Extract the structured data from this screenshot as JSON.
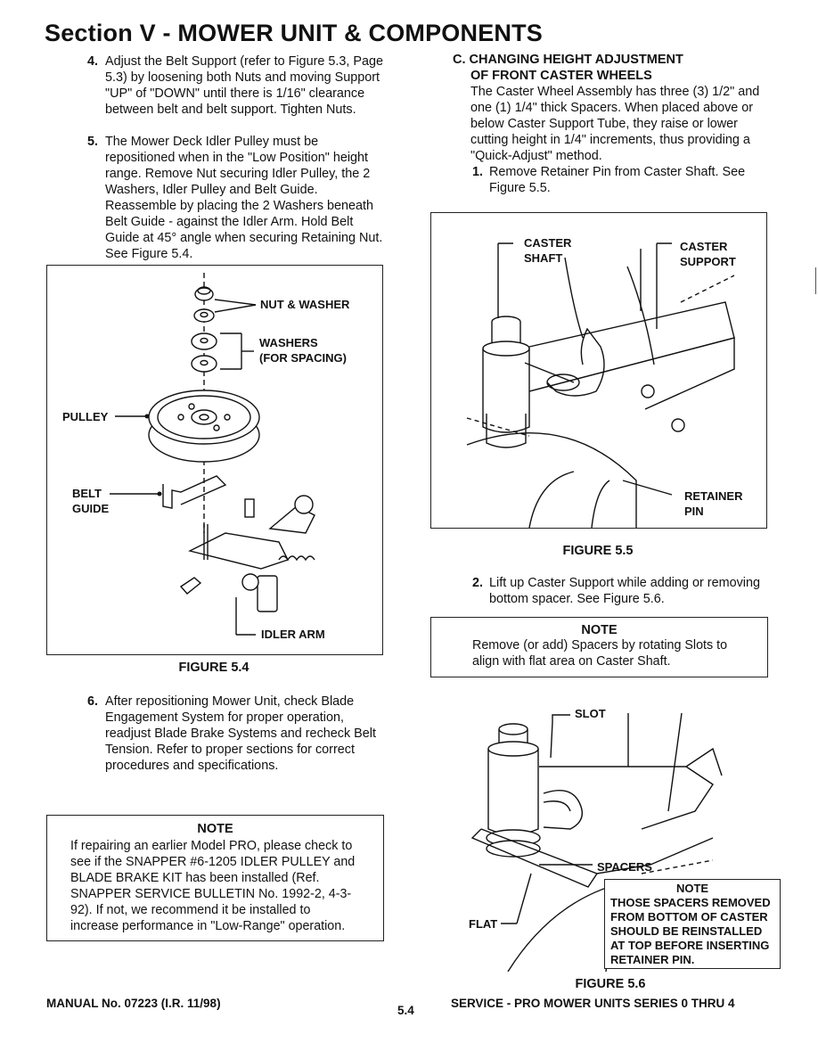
{
  "header": {
    "title": "Section V - MOWER UNIT & COMPONENTS"
  },
  "left": {
    "step4": {
      "num": "4.",
      "text": "Adjust the Belt Support (refer to Figure 5.3, Page 5.3) by loosening both Nuts and moving Support \"UP\" of \"DOWN\" until there is 1/16\" clearance between belt and belt support. Tighten Nuts."
    },
    "step5": {
      "num": "5.",
      "text": "The Mower Deck Idler Pulley must be repositioned when in the \"Low Position\" height range. Remove Nut securing Idler Pulley, the 2 Washers, Idler Pulley and Belt Guide. Reassemble by placing the 2 Washers beneath Belt Guide - against the Idler Arm. Hold Belt Guide at 45° angle when securing Retaining Nut. See Figure 5.4."
    },
    "figure54": {
      "labels": {
        "nut_washer": "NUT & WASHER",
        "washers_1": "WASHERS",
        "washers_2": "(FOR SPACING)",
        "pulley": "PULLEY",
        "belt_1": "BELT",
        "belt_2": "GUIDE",
        "idler_arm": "IDLER ARM"
      },
      "caption": "FIGURE 5.4"
    },
    "step6": {
      "num": "6.",
      "text": "After repositioning Mower Unit, check Blade Engagement System for proper operation, readjust Blade Brake Systems and recheck Belt Tension. Refer to proper sections for correct procedures and specifications."
    },
    "note": {
      "title": "NOTE",
      "body": "If repairing an earlier Model PRO, please check to see if the SNAPPER #6-1205 IDLER PULLEY and BLADE BRAKE KIT has been installed (Ref. SNAPPER SERVICE BULLETIN No. 1992-2, 4-3-92). If not, we recommend it be installed to increase performance in \"Low-Range\" operation."
    }
  },
  "right": {
    "section_c": {
      "line1": "C. CHANGING HEIGHT ADJUSTMENT",
      "line2": "OF FRONT CASTER WHEELS",
      "body": "The Caster Wheel Assembly has three (3) 1/2\" and one (1) 1/4\" thick Spacers. When placed above or below Caster Support Tube, they raise or lower cutting height in 1/4\" increments, thus providing a \"Quick-Adjust\" method."
    },
    "step1": {
      "num": "1.",
      "text": "Remove Retainer Pin from Caster Shaft. See Figure 5.5."
    },
    "figure55": {
      "labels": {
        "caster_shaft_1": "CASTER",
        "caster_shaft_2": "SHAFT",
        "caster_support_1": "CASTER",
        "caster_support_2": "SUPPORT",
        "retainer_1": "RETAINER",
        "retainer_2": "PIN"
      },
      "caption": "FIGURE 5.5"
    },
    "step2": {
      "num": "2.",
      "text": "Lift up Caster Support while adding or removing bottom spacer. See Figure 5.6."
    },
    "note": {
      "title": "NOTE",
      "body": "Remove (or add) Spacers by rotating Slots to align with flat area on Caster Shaft."
    },
    "figure56": {
      "labels": {
        "slot": "SLOT",
        "spacers": "SPACERS",
        "flat": "FLAT"
      },
      "inner_note": {
        "title": "NOTE",
        "lines": [
          "THOSE SPACERS REMOVED",
          "FROM BOTTOM OF CASTER",
          "SHOULD BE REINSTALLED",
          "AT TOP BEFORE INSERTING",
          "RETAINER PIN."
        ]
      },
      "caption": "FIGURE 5.6"
    }
  },
  "footer": {
    "manual": "MANUAL No. 07223 (I.R. 11/98)",
    "page": "5.4",
    "series": "SERVICE - PRO MOWER UNITS SERIES 0 THRU 4"
  }
}
